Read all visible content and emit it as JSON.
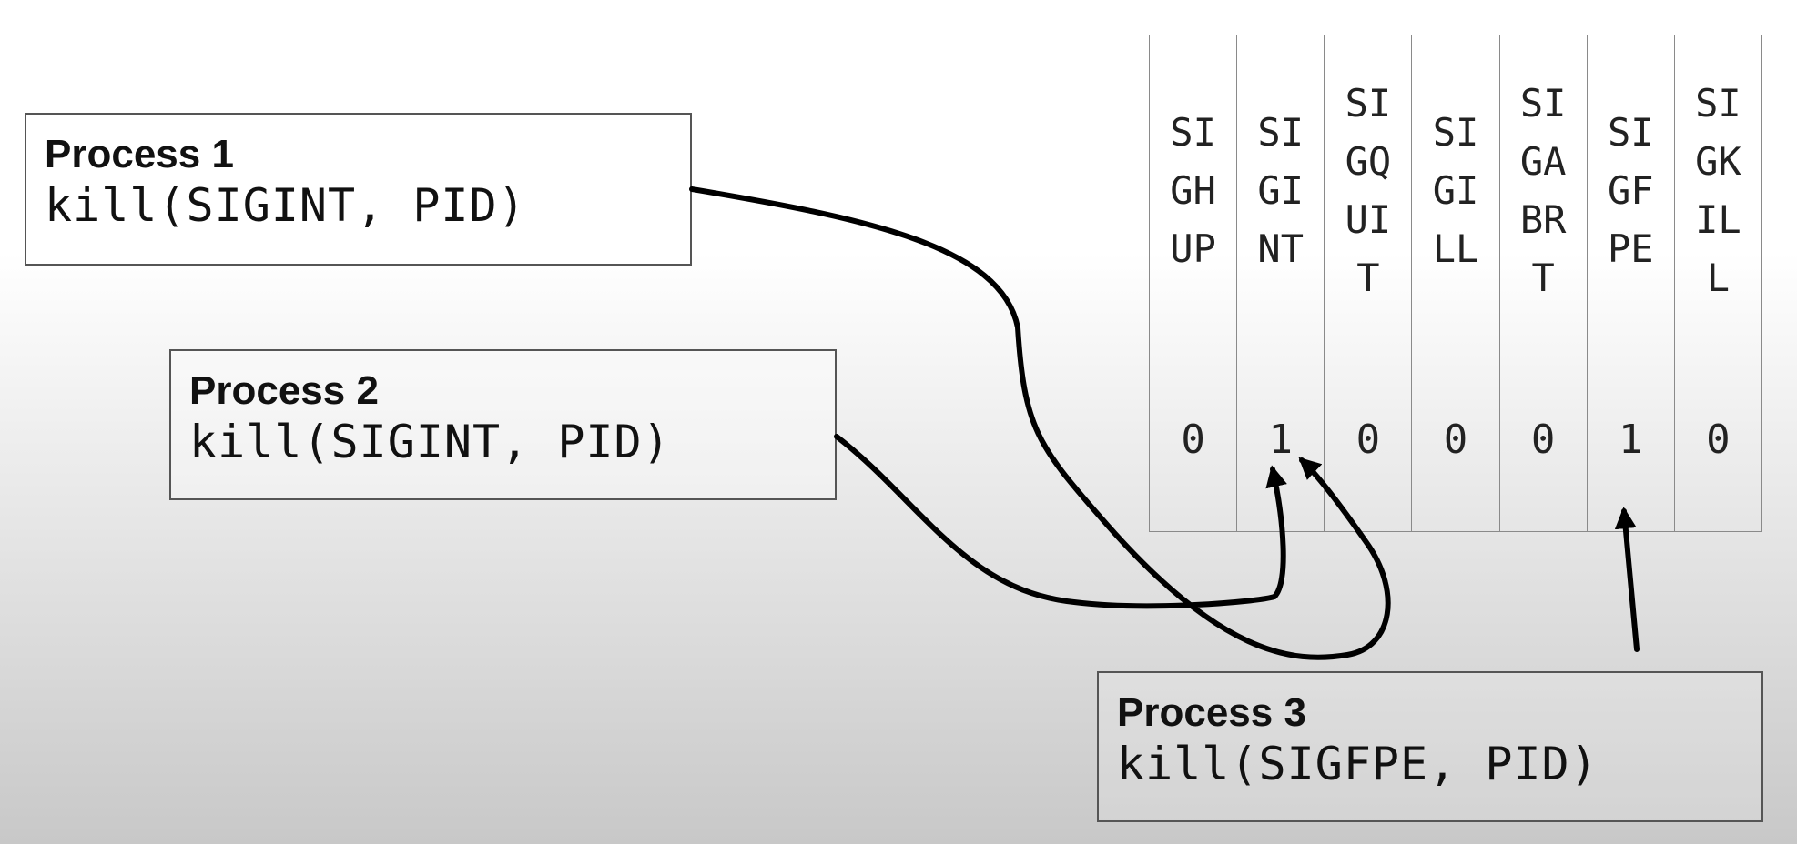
{
  "processes": [
    {
      "name": "Process 1",
      "call": "kill(SIGINT, PID)"
    },
    {
      "name": "Process 2",
      "call": "kill(SIGINT, PID)"
    },
    {
      "name": "Process 3",
      "call": "kill(SIGFPE, PID)"
    }
  ],
  "signal_table": {
    "signals": [
      {
        "lines": [
          "SI",
          "GH",
          "UP"
        ],
        "bit": "0"
      },
      {
        "lines": [
          "SI",
          "GI",
          "NT"
        ],
        "bit": "1"
      },
      {
        "lines": [
          "SI",
          "GQ",
          "UI",
          "T"
        ],
        "bit": "0"
      },
      {
        "lines": [
          "SI",
          "GI",
          "LL"
        ],
        "bit": "0"
      },
      {
        "lines": [
          "SI",
          "GA",
          "BR",
          "T"
        ],
        "bit": "0"
      },
      {
        "lines": [
          "SI",
          "GF",
          "PE"
        ],
        "bit": "1"
      },
      {
        "lines": [
          "SI",
          "GK",
          "IL",
          "L"
        ],
        "bit": "0"
      }
    ]
  },
  "colors": {
    "arrow": "#000000",
    "border": "#555555",
    "grid": "#8a8a8a"
  }
}
